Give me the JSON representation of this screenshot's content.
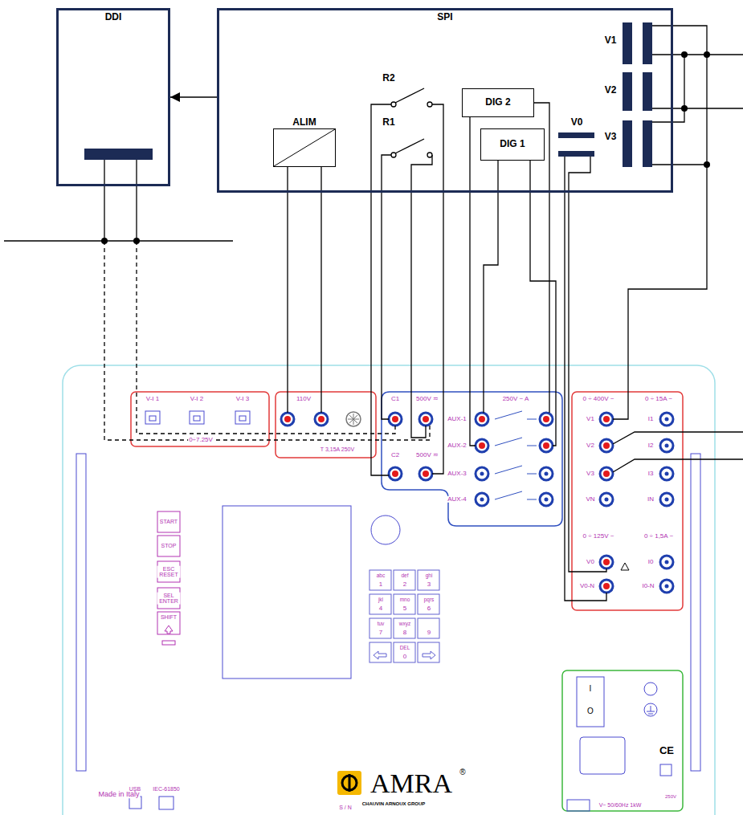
{
  "diagram": {
    "nodes": [
      {
        "text": [
          "DDI"
        ]
      },
      {
        "text": [
          "SPI"
        ]
      },
      {
        "text": [
          "ALIM"
        ],
        "in": 1
      },
      {
        "text": [
          "DIG 2"
        ],
        "in": 1
      },
      {
        "text": [
          "DIG 1"
        ],
        "in": 1
      }
    ],
    "edges": [
      {
        "from": 1,
        "to": 0,
        "arrow": "to"
      }
    ],
    "labels": [
      "R2",
      "R1",
      "V0",
      "V1",
      "V2",
      "V3",
      "V-I 1",
      "V-I 2",
      "V-I 3",
      "0÷7.25V",
      "110V",
      "T 3,15A 250V",
      "C1",
      "500V ≂",
      "C2",
      "500V ≂",
      "250V ~ A",
      "AUX-1",
      "AUX-2",
      "AUX-3",
      "AUX-4",
      "0 ÷ 400V ~",
      "0 ÷ 15A ~",
      "V1",
      "V2",
      "V3",
      "VN",
      "I1",
      "I2",
      "I3",
      "IN",
      "0 ÷ 125V ~",
      "0 ÷ 1,5A ~",
      "V0",
      "V0-N",
      "I0",
      "I0-N",
      "START",
      "STOP",
      "ESC RESET",
      "SEL ENTER",
      "SHIFT",
      "abc",
      "1",
      "def",
      "2",
      "ghi",
      "3",
      "jkl",
      "4",
      "mno",
      "5",
      "pqrs",
      "6",
      "tuv",
      "7",
      "wxyz",
      "8",
      "9",
      "DEL",
      "0",
      "USB",
      "IEC-61850",
      "Made in Italy",
      "AMRA",
      "®",
      "CHAUVIN ARNOUX GROUP",
      "S / N",
      "CE",
      "I",
      "O",
      "V~ 50/60Hz 1kW",
      "250V"
    ]
  }
}
